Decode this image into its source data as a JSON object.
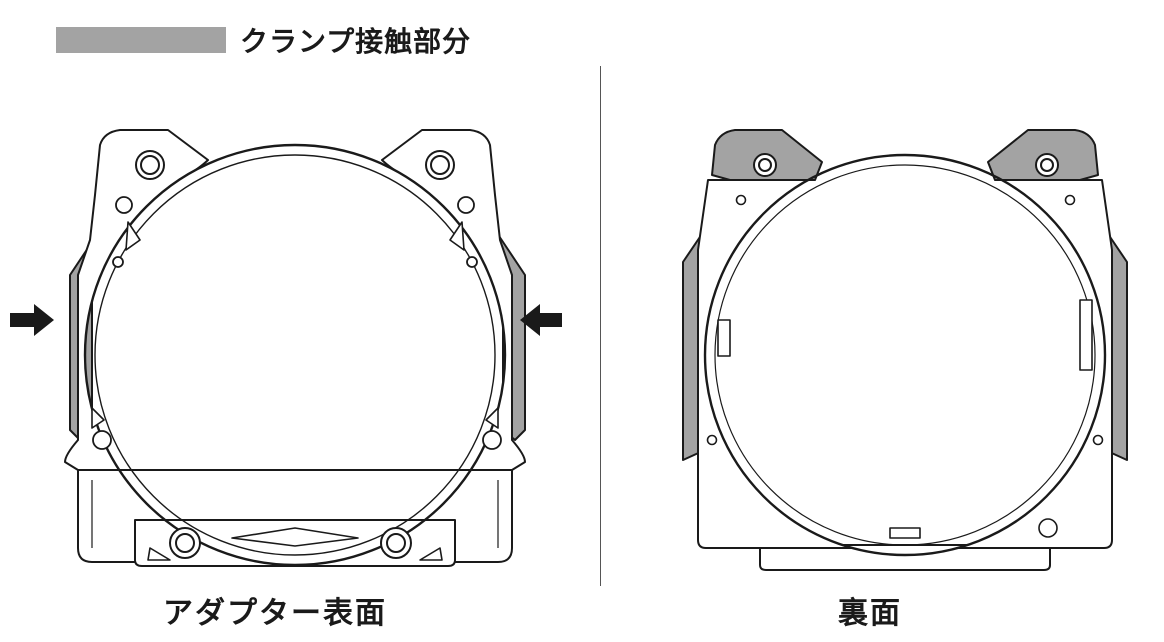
{
  "legend": {
    "label": "クランプ接触部分",
    "swatch_color": "#a3a3a3"
  },
  "captions": {
    "front": "アダプター表面",
    "back": "裏面"
  },
  "icons": {
    "arrow_left": "arrow-right-icon",
    "arrow_right": "arrow-left-icon"
  }
}
